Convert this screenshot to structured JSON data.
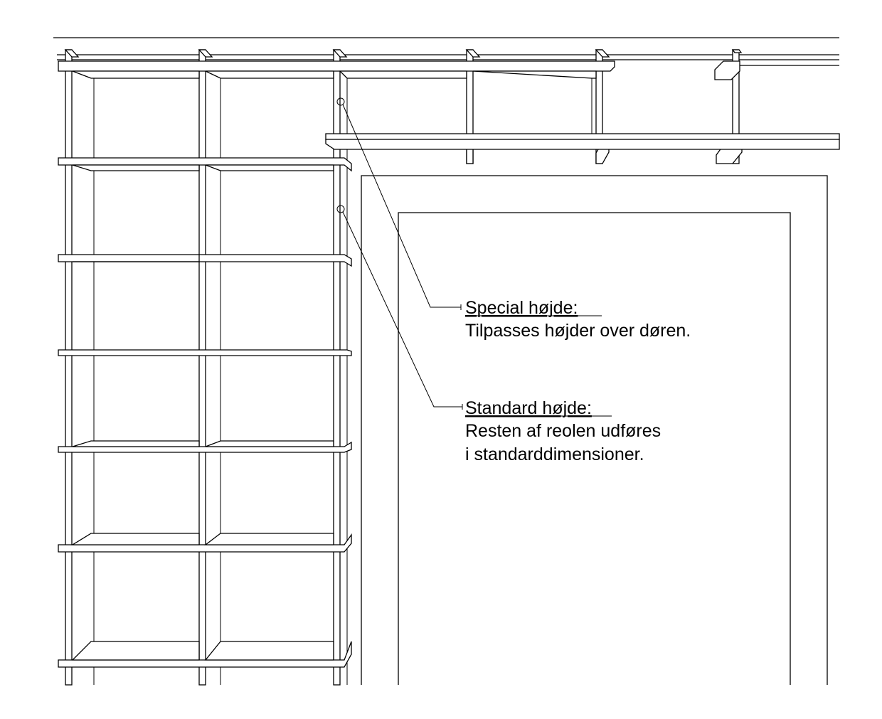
{
  "callouts": [
    {
      "id": "special",
      "title": "Special højde:",
      "lines": [
        "Tilpasses højder over døren."
      ]
    },
    {
      "id": "standard",
      "title": "Standard højde:",
      "lines": [
        "Resten af reolen udføres",
        "i standarddimensioner."
      ]
    }
  ]
}
